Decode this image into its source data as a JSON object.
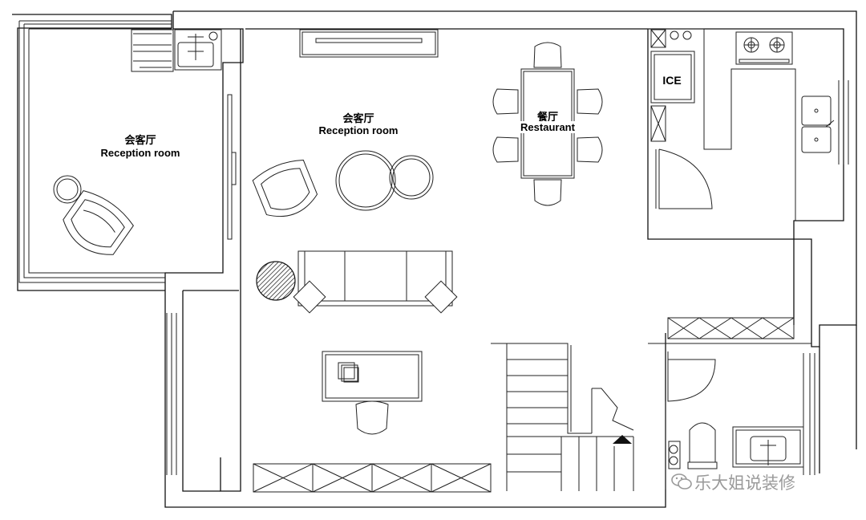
{
  "rooms": {
    "left_reception_cn": "会客厅",
    "left_reception_en": "Reception room",
    "center_reception_cn": "会客厅",
    "center_reception_en": "Reception room",
    "restaurant_cn": "餐厅",
    "restaurant_en": "Restaurant"
  },
  "appliances": {
    "ice_label": "ICE"
  },
  "watermark": {
    "text": "乐大姐说装修",
    "icon": "wechat-icon"
  }
}
